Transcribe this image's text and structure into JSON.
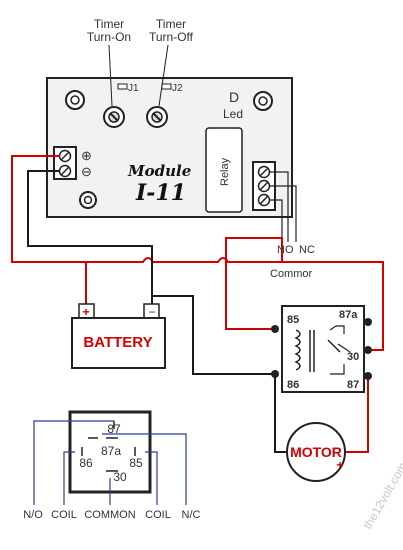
{
  "labels": {
    "timer_on_l1": "Timer",
    "timer_on_l2": "Turn-On",
    "timer_off_l1": "Timer",
    "timer_off_l2": "Turn-Off",
    "j1": "J1",
    "j2": "J2",
    "led_letter": "D",
    "led": "Led",
    "module_l1": "Module",
    "module_l2": "I-11",
    "relay": "Relay",
    "plus_symbol": "⊕",
    "minus_symbol": "⊖",
    "no": "NO",
    "nc": "NC",
    "common": "Commor",
    "battery": "BATTERY",
    "battery_plus": "+",
    "battery_minus": "−",
    "relay_85": "85",
    "relay_87a": "87a",
    "relay_30": "30",
    "relay_86": "86",
    "relay_87": "87",
    "motor": "MOTOR",
    "motor_plus": "+",
    "pin_87": "87",
    "pin_87a": "87a",
    "pin_86": "86",
    "pin_85": "85",
    "pin_30": "30",
    "legend_no": "N/O",
    "legend_coil1": "COIL",
    "legend_common": "COMMON",
    "legend_coil2": "COIL",
    "legend_nc": "N/C",
    "watermark": "the12volt.com"
  },
  "colors": {
    "wire_red": "#d40000",
    "wire_black": "#1a1a1a",
    "wire_blue": "#2c3e8f",
    "board": "#f2f2f2",
    "label_red": "#d40000"
  }
}
